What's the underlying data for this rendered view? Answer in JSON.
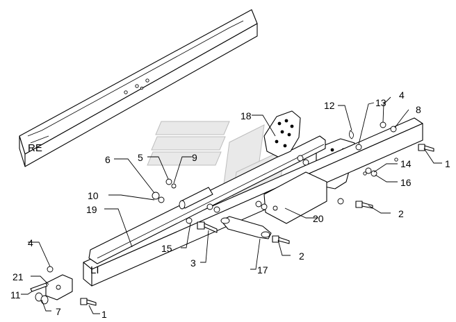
{
  "diagram": {
    "side_labels": {
      "right": "RE",
      "left": "LI"
    },
    "callouts": [
      "1",
      "1",
      "2",
      "2",
      "3",
      "4",
      "4",
      "5",
      "6",
      "7",
      "8",
      "9",
      "10",
      "11",
      "12",
      "13",
      "14",
      "15",
      "16",
      "17",
      "18",
      "19",
      "20",
      "21"
    ]
  }
}
